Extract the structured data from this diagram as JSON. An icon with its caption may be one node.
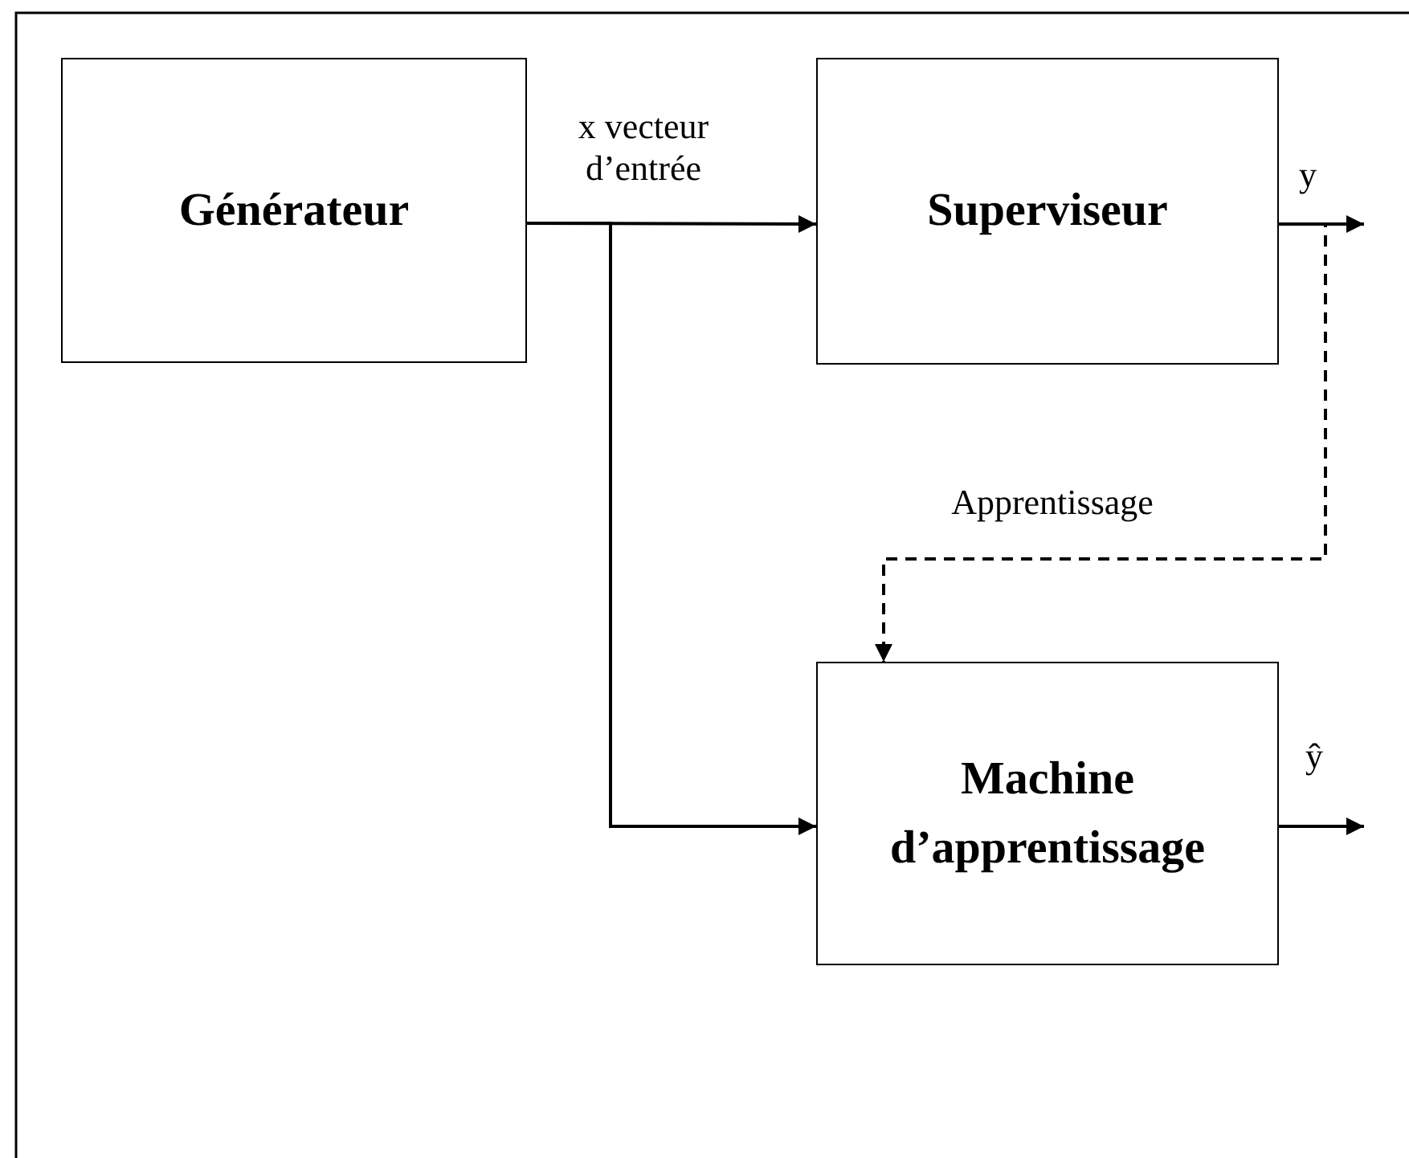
{
  "diagram": {
    "nodes": [
      {
        "text": [
          "Générateur"
        ]
      },
      {
        "text": [
          "Superviseur"
        ]
      },
      {
        "text": [
          "Machine d’apprentissage"
        ]
      }
    ],
    "edges": [
      {
        "from": 0,
        "to": 1,
        "arrow": "to",
        "label": "x vecteur d’entrée"
      },
      {
        "from": 0,
        "to": 2,
        "arrow": "to"
      },
      {
        "from": 1,
        "to": null,
        "arrow": "to",
        "label": "y"
      },
      {
        "from": 1,
        "to": 2,
        "arrow": "to",
        "style": "dashed",
        "label": "Apprentissage"
      },
      {
        "from": 2,
        "to": null,
        "arrow": "to",
        "label": "ŷ"
      }
    ]
  }
}
